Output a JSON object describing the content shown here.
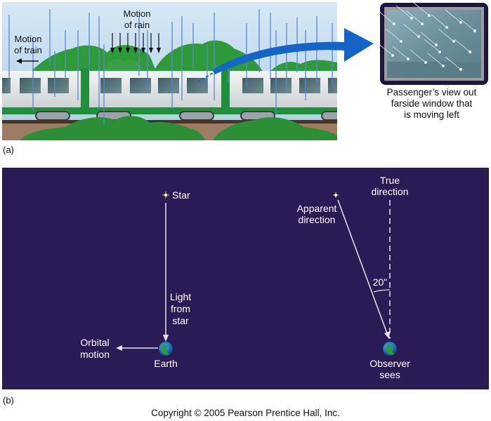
{
  "panel_a": {
    "label": "(a)",
    "motion_of_train": [
      "Motion",
      "of train"
    ],
    "motion_of_rain": [
      "Motion",
      "of rain"
    ],
    "inset_caption": [
      "Passenger’s view out",
      "farside window that",
      "is moving left"
    ],
    "colors": {
      "sky": "#bcd9ee",
      "foliage": "#2f9a3a",
      "train_body": "#e8eaea",
      "train_stripe": "#1e8f3a",
      "rain": "#5a86d6",
      "callout_arrow": "#1565c8",
      "inset_frame": "#1c1540"
    }
  },
  "panel_b": {
    "label": "(b)",
    "star_label": "Star",
    "light_from_star": [
      "Light",
      "from",
      "star"
    ],
    "orbital_motion": [
      "Orbital",
      "motion"
    ],
    "earth_label": "Earth",
    "apparent_direction": [
      "Apparent",
      "direction"
    ],
    "true_direction": [
      "True",
      "direction"
    ],
    "angle_label": "20\"",
    "observer_sees": [
      "Observer",
      "sees"
    ],
    "colors": {
      "background": "#2a1a55",
      "line": "#e8e4f0",
      "star": "#fff6a0"
    }
  },
  "copyright": "Copyright © 2005 Pearson Prentice Hall, Inc."
}
